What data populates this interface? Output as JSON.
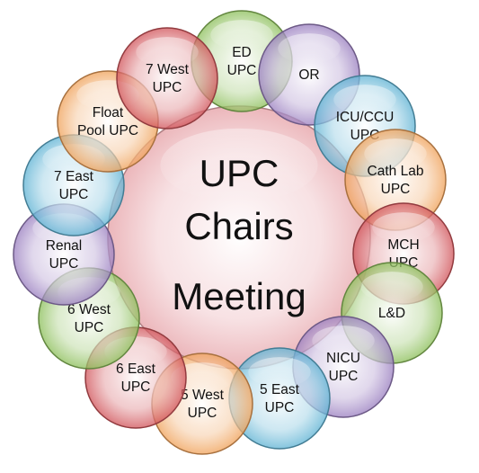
{
  "center": {
    "lines": [
      "UPC",
      "Chairs",
      "Meeting"
    ],
    "color": "#e8a9ae"
  },
  "bubbles": [
    {
      "id": "ed",
      "lines": [
        "ED",
        "UPC"
      ],
      "color": "#8cbf5a"
    },
    {
      "id": "or",
      "lines": [
        "OR"
      ],
      "color": "#9a7fc0"
    },
    {
      "id": "icu-ccu",
      "lines": [
        "ICU/CCU",
        "UPC"
      ],
      "color": "#5fb3d4"
    },
    {
      "id": "cath-lab",
      "lines": [
        "Cath Lab",
        "UPC"
      ],
      "color": "#f0a25a"
    },
    {
      "id": "mch",
      "lines": [
        "MCH",
        "UPC"
      ],
      "color": "#d1545a"
    },
    {
      "id": "l-and-d",
      "lines": [
        "L&D"
      ],
      "color": "#8cbf5a"
    },
    {
      "id": "nicu",
      "lines": [
        "NICU",
        "UPC"
      ],
      "color": "#9a7fc0"
    },
    {
      "id": "5-east",
      "lines": [
        "5 East",
        "UPC"
      ],
      "color": "#5fb3d4"
    },
    {
      "id": "5-west",
      "lines": [
        "5 West",
        "UPC"
      ],
      "color": "#f0a25a"
    },
    {
      "id": "6-east",
      "lines": [
        "6 East",
        "UPC"
      ],
      "color": "#d1545a"
    },
    {
      "id": "6-west",
      "lines": [
        "6 West",
        "UPC"
      ],
      "color": "#8cbf5a"
    },
    {
      "id": "renal",
      "lines": [
        "Renal",
        "UPC"
      ],
      "color": "#9a7fc0"
    },
    {
      "id": "7-east",
      "lines": [
        "7 East",
        "UPC"
      ],
      "color": "#5fb3d4"
    },
    {
      "id": "float-pool",
      "lines": [
        "Float",
        "Pool UPC"
      ],
      "color": "#f0a25a"
    },
    {
      "id": "7-west",
      "lines": [
        "7 West",
        "UPC"
      ],
      "color": "#d1545a"
    }
  ]
}
